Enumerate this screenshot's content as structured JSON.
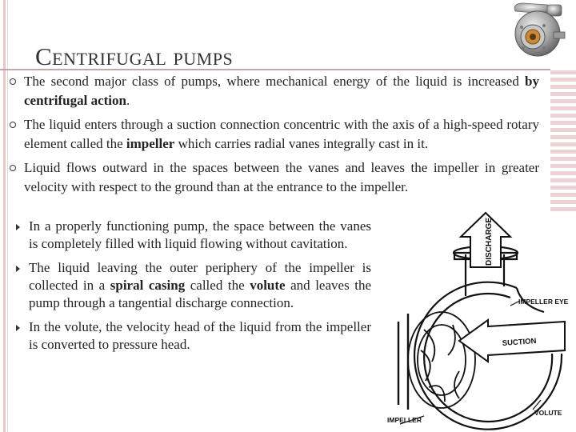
{
  "slide": {
    "title": "Centrifugal pumps",
    "bullets": [
      {
        "before": "The second major class of pumps, where mechanical energy of the liquid is increased ",
        "bold": "by centrifugal action",
        "after": "."
      },
      {
        "before": "The liquid enters through a suction connection concentric with the axis of a high-speed rotary element called the ",
        "bold": "impeller",
        "after": " which carries radial vanes integrally cast in it."
      },
      {
        "before": "Liquid flows outward in the spaces between the vanes and leaves the impeller in greater velocity with respect to the ground than at the entrance to the impeller.",
        "bold": "",
        "after": ""
      }
    ],
    "sub_bullets": [
      {
        "text": "In a properly functioning pump, the space between the vanes is completely filled with liquid flowing without cavitation."
      },
      {
        "t1": "The liquid leaving the outer periphery of the impeller is collected in a ",
        "b1": "spiral casing",
        "t2": " called the ",
        "b2": "volute",
        "t3": " and leaves the pump through a tangential discharge connection."
      },
      {
        "text": "In the volute, the velocity head of the liquid from the impeller is converted to pressure head."
      }
    ]
  },
  "diagram": {
    "labels": {
      "discharge": "DISCHARGE",
      "impeller_eye": "IMPELLER EYE",
      "suction": "SUCTION",
      "impeller": "IMPELLER",
      "volute": "VOLUTE"
    }
  },
  "theme": {
    "accent": "#c9a4a4",
    "stripe": "#ecd2d2"
  }
}
